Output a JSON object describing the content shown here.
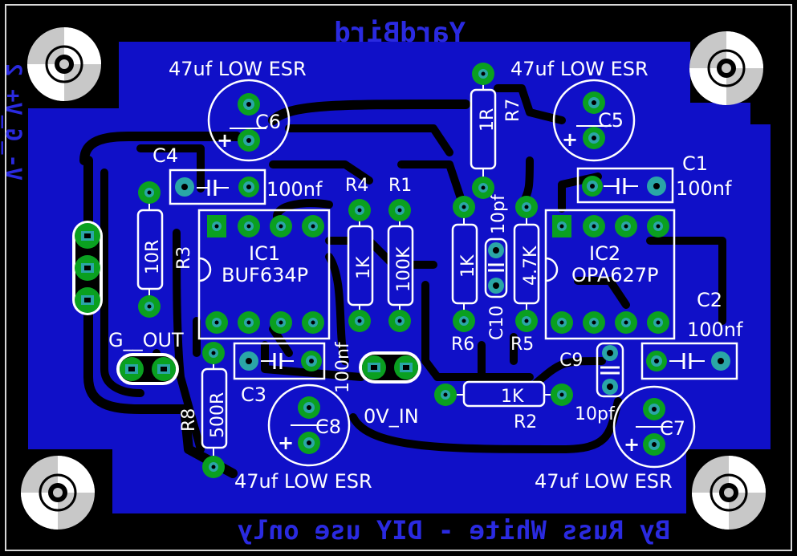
{
  "board": {
    "header_mirrored": "YardBird",
    "footer_mirrored": "By Russ White - DIY use only",
    "side_mirrored": "V-_G_V+ 2",
    "colors": {
      "background": "#000000",
      "copper": "#1010c8",
      "trace": "#000000",
      "pad": "#0aa020",
      "hole": "#2aa6a6",
      "silk": "#ffffff",
      "mount": "#c8c8c8"
    }
  },
  "caps_electrolytic": [
    {
      "ref": "C6",
      "value": "47uf LOW ESR"
    },
    {
      "ref": "C5",
      "value": "47uf LOW ESR"
    },
    {
      "ref": "C8",
      "value": "47uf LOW ESR"
    },
    {
      "ref": "C7",
      "value": "47uf LOW ESR"
    }
  ],
  "caps_film": [
    {
      "ref": "C4",
      "value": "100nf"
    },
    {
      "ref": "C1",
      "value": "100nf"
    },
    {
      "ref": "C2",
      "value": "100nf"
    },
    {
      "ref": "C3",
      "value": "100nf"
    }
  ],
  "caps_small": [
    {
      "ref": "C10",
      "value": "10pf"
    },
    {
      "ref": "C9",
      "value": "10pf"
    }
  ],
  "ics": [
    {
      "ref": "IC1",
      "part": "BUF634P"
    },
    {
      "ref": "IC2",
      "part": "OPA627P"
    }
  ],
  "resistors": [
    {
      "ref": "R3",
      "value": "10R"
    },
    {
      "ref": "R4",
      "value": "1K"
    },
    {
      "ref": "R1",
      "value": "100K"
    },
    {
      "ref": "R6",
      "value": "1K"
    },
    {
      "ref": "R5",
      "value": "4.7K"
    },
    {
      "ref": "R7",
      "value": "1R"
    },
    {
      "ref": "R8",
      "value": "500R"
    },
    {
      "ref": "R2",
      "value": "1K"
    }
  ],
  "connectors": {
    "output": "G__OUT",
    "input": "0V_IN",
    "plus": "+"
  }
}
